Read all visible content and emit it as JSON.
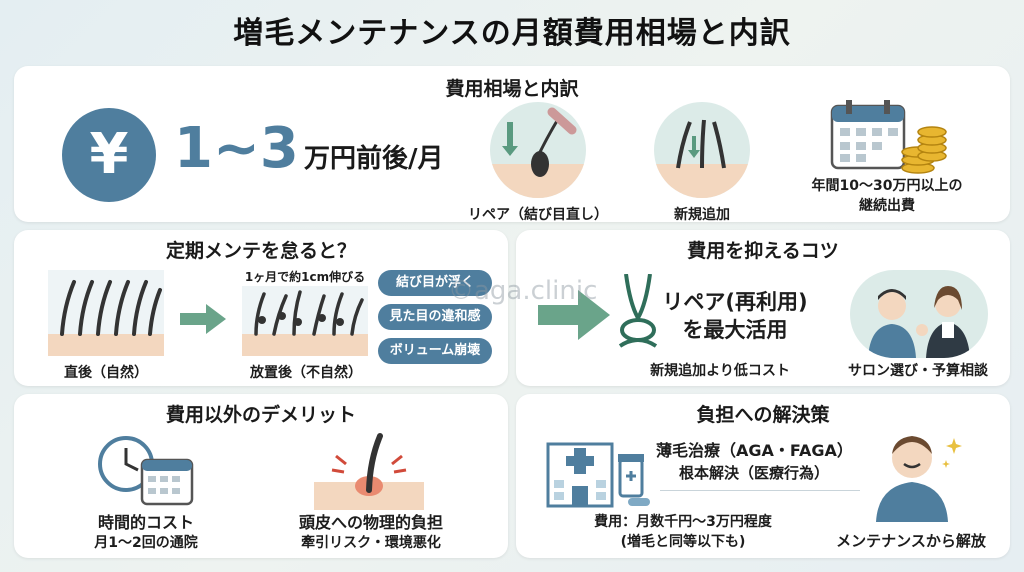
{
  "title": "増毛メンテナンスの月額費用相場と内訳",
  "cost": {
    "heading": "費用相場と内訳",
    "yen_symbol": "¥",
    "range": "1~3",
    "unit": "万円前後/月",
    "items": [
      {
        "label": "リペア（結び目直し）",
        "icon": "repair-icon"
      },
      {
        "label": "新規追加",
        "icon": "add-hair-icon"
      },
      {
        "label_line1": "年間10～30万円以上の",
        "label_line2": "継続出費",
        "icon": "calendar-coins-icon"
      }
    ]
  },
  "neglect": {
    "heading": "定期メンテを怠ると？",
    "growth_note": "1ヶ月で約1cm伸びる",
    "before_label": "直後（自然）",
    "after_label": "放置後（不自然）",
    "pills": [
      "結び目が浮く",
      "見た目の違和感",
      "ボリューム崩壊"
    ]
  },
  "tips": {
    "heading": "費用を抑えるコツ",
    "main_line1": "リペア(再利用)",
    "main_line2": "を最大活用",
    "sub": "新規追加より低コスト",
    "salon": "サロン選び・予算相談"
  },
  "demerits": {
    "heading": "費用以外のデメリット",
    "time_title": "時間的コスト",
    "time_sub": "月1～2回の通院",
    "scalp_title": "頭皮への物理的負担",
    "scalp_sub": "牽引リスク・環境悪化"
  },
  "solution": {
    "heading": "負担への解決策",
    "treat_line1": "薄毛治療（AGA・FAGA）",
    "treat_line2": "根本解決（医療行為）",
    "fee_line1": "費用：月数千円～3万円程度",
    "fee_line2": "(増毛と同等以下も)",
    "release": "メンテナンスから解放"
  },
  "watermark": "©aga.clinic",
  "colors": {
    "accent": "#4f7e9e",
    "arrow": "#6aa48a",
    "skin": "#f3d7bf",
    "teal_circle": "#dcebe8"
  }
}
